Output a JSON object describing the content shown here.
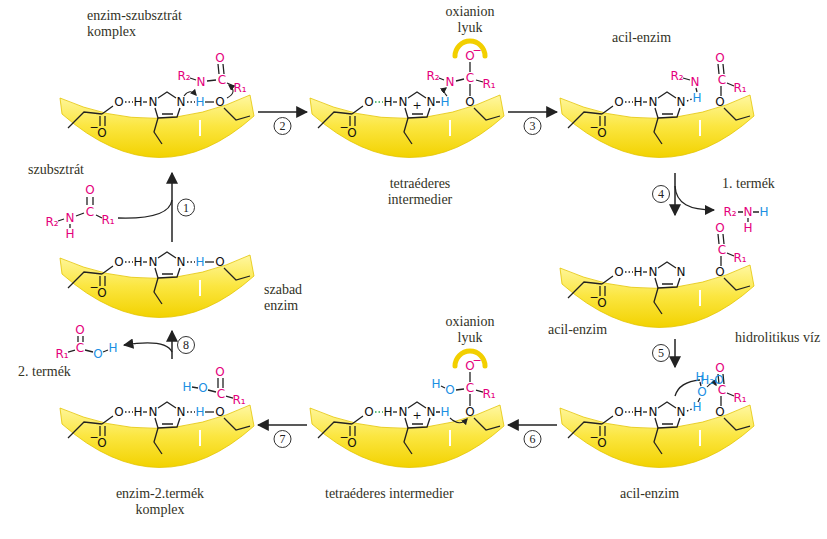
{
  "diagram": {
    "nodes": [
      {
        "text": [
          "enzim-szubsztrát komplex"
        ]
      },
      {
        "text": [
          "tetraéderes intermedier"
        ]
      },
      {
        "text": [
          "acil-enzim"
        ]
      },
      {
        "text": [
          "acil-enzim"
        ]
      },
      {
        "text": [
          "acil-enzim"
        ]
      },
      {
        "text": [
          "tetraéderes intermedier"
        ]
      },
      {
        "text": [
          "enzim-2.termék komplex"
        ]
      },
      {
        "text": [
          "szabad enzim"
        ]
      }
    ],
    "edges": [
      {
        "from": 7,
        "to": 0,
        "arrow": "to",
        "label": "1"
      },
      {
        "from": 0,
        "to": 1,
        "arrow": "to",
        "label": "2"
      },
      {
        "from": 1,
        "to": 2,
        "arrow": "to",
        "label": "3"
      },
      {
        "from": 2,
        "to": 3,
        "arrow": "to",
        "label": "4"
      },
      {
        "from": 3,
        "to": 4,
        "arrow": "to",
        "label": "5"
      },
      {
        "from": 4,
        "to": 5,
        "arrow": "to",
        "label": "6"
      },
      {
        "from": 5,
        "to": 6,
        "arrow": "to",
        "label": "7"
      },
      {
        "from": 6,
        "to": 7,
        "arrow": "to",
        "label": "8"
      }
    ],
    "labels": [
      "O",
      "O",
      "−",
      "H",
      "N",
      "N",
      "H",
      "O",
      "R₂",
      "N",
      "C",
      "O",
      "R₁",
      "oxianion lyuk",
      "O",
      "O",
      "−",
      "H",
      "N",
      "N",
      "+",
      "H",
      "O",
      "C",
      "O",
      "−",
      "N",
      "R₂",
      "R₁",
      "O",
      "O",
      "−",
      "H",
      "N",
      "N",
      "R₂",
      "N",
      "H",
      "O",
      "C",
      "O",
      "R₁",
      "1. termék",
      "R₂",
      "N",
      "H",
      "H",
      "O",
      "O",
      "−",
      "H",
      "N",
      "N",
      "O",
      "C",
      "O",
      "R₁",
      "hidrolitikus víz",
      "H₂O",
      "O",
      "O",
      "−",
      "H",
      "N",
      "N",
      "O",
      "H",
      "H",
      "O",
      "C",
      "O",
      "R₁",
      "oxianion lyuk",
      "O",
      "O",
      "−",
      "H",
      "N",
      "N",
      "+",
      "H",
      "O",
      "C",
      "O",
      "−",
      "O",
      "H",
      "R₁",
      "O",
      "O",
      "−",
      "H",
      "N",
      "N",
      "H",
      "O",
      "H",
      "O",
      "C",
      "O",
      "R₁",
      "2. termék",
      "R₁",
      "C",
      "O",
      "O",
      "H",
      "O",
      "O",
      "−",
      "H",
      "N",
      "N",
      "H",
      "O",
      "szubsztrát",
      "R₂",
      "N",
      "H",
      "C",
      "O",
      "R₁"
    ]
  }
}
